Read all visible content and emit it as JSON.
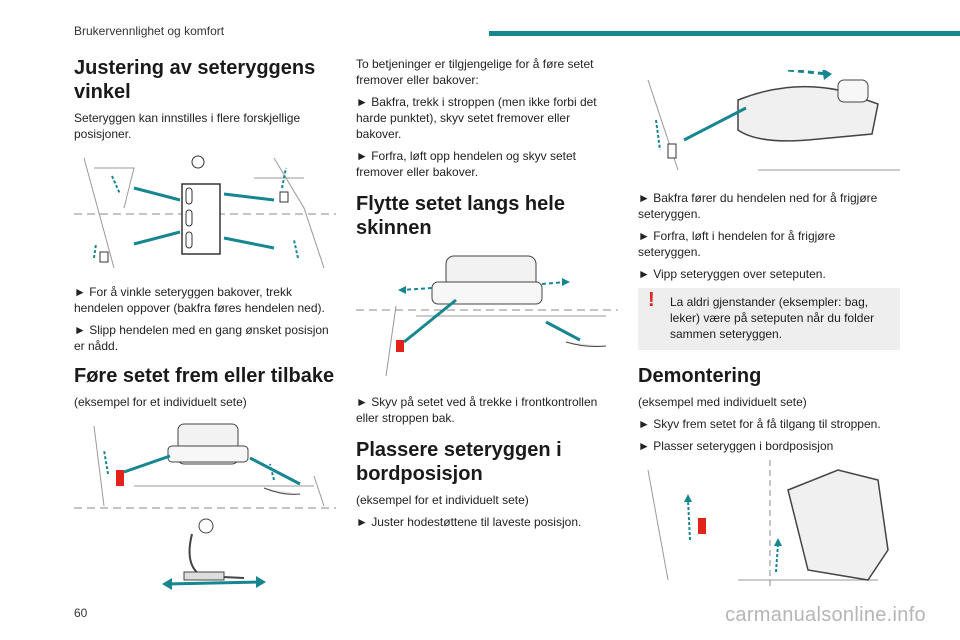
{
  "header": {
    "section": "Brukervennlighet og komfort"
  },
  "footer": {
    "page_number": "60",
    "watermark": "carmanualsonline.info"
  },
  "col1": {
    "h1": "Justering av seteryggens vinkel",
    "p1": "Seteryggen kan innstilles i flere forskjellige posisjoner.",
    "p2": "► For å vinkle seteryggen bakover, trekk hendelen oppover (bakfra føres hendelen ned).",
    "p3": "► Slipp hendelen med en gang ønsket posisjon er nådd.",
    "h2": "Føre setet frem eller tilbake",
    "p4": "(eksempel for et individuelt sete)"
  },
  "col2": {
    "p1": "To betjeninger er tilgjengelige for å føre setet fremover eller bakover:",
    "p2": "► Bakfra, trekk i stroppen (men ikke forbi det harde punktet), skyv setet fremover eller bakover.",
    "p3": "► Forfra, løft opp hendelen og skyv setet fremover eller bakover.",
    "h1": "Flytte setet langs hele skinnen",
    "p4": "► Skyv på setet ved å trekke i frontkontrollen eller stroppen bak.",
    "h2": "Plassere seteryggen i bordposisjon",
    "p5": "(eksempel for et individuelt sete)",
    "p6": "► Juster hodestøttene til laveste posisjon."
  },
  "col3": {
    "p1": "► Bakfra fører du hendelen ned for å frigjøre seteryggen.",
    "p2": "► Forfra, løft i hendelen for å frigjøre seteryggen.",
    "p3": "► Vipp seteryggen over seteputen.",
    "warning_icon": "!",
    "warning": "La aldri gjenstander (eksempler: bag, leker) være på seteputen når du folder sammen seteryggen.",
    "h1": "Demontering",
    "p4": "(eksempel med individuelt sete)",
    "p5": "► Skyv frem setet for å få tilgang til stroppen.",
    "p6": "► Plasser seteryggen i bordposisjon"
  },
  "colors": {
    "accent": "#16868f",
    "warning": "#e2231a",
    "line": "#8a8a8a"
  }
}
